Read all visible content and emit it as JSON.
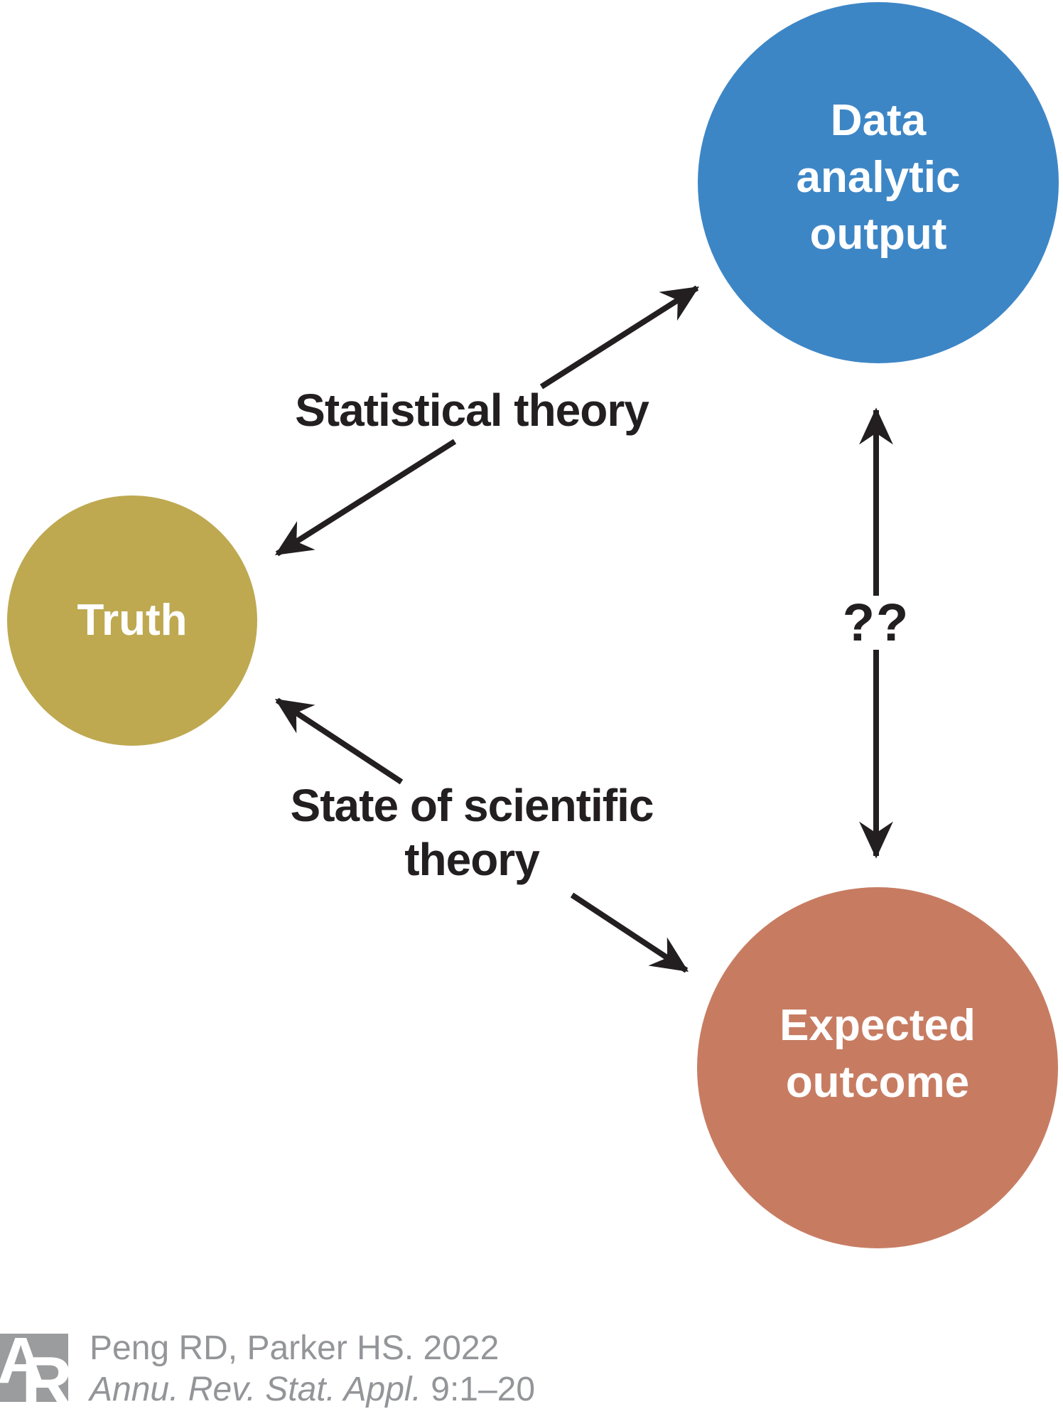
{
  "diagram": {
    "nodes": [
      {
        "id": "data_analytic_output",
        "label": "Data analytic output",
        "color": "#3d86c6"
      },
      {
        "id": "truth",
        "label": "Truth",
        "color": "#bea951"
      },
      {
        "id": "expected_outcome",
        "label": "Expected outcome",
        "color": "#c77c62"
      }
    ],
    "edges": [
      {
        "id": "statistical_theory",
        "label": "Statistical theory",
        "from": "truth",
        "to": "data_analytic_output",
        "style": "double-headed-arrow"
      },
      {
        "id": "state_of_scientific_theory",
        "label": "State of scientific theory",
        "from": "truth",
        "to": "expected_outcome",
        "style": "double-headed-arrow"
      },
      {
        "id": "unknown_relationship",
        "label": "??",
        "from": "data_analytic_output",
        "to": "expected_outcome",
        "style": "double-headed-arrow"
      }
    ],
    "arrow_color": "#231f20",
    "label_color": "#231f20",
    "node_text_color": "#ffffff"
  },
  "footer": {
    "logo_letter_a": "A",
    "logo_letter_r": "R",
    "logo_color": "#9a9c9e",
    "citation_line1": "Peng RD, Parker HS. 2022",
    "citation_journal": "Annu. Rev. Stat. Appl.",
    "citation_ref": " 9:1–20",
    "citation_color": "#939598"
  }
}
